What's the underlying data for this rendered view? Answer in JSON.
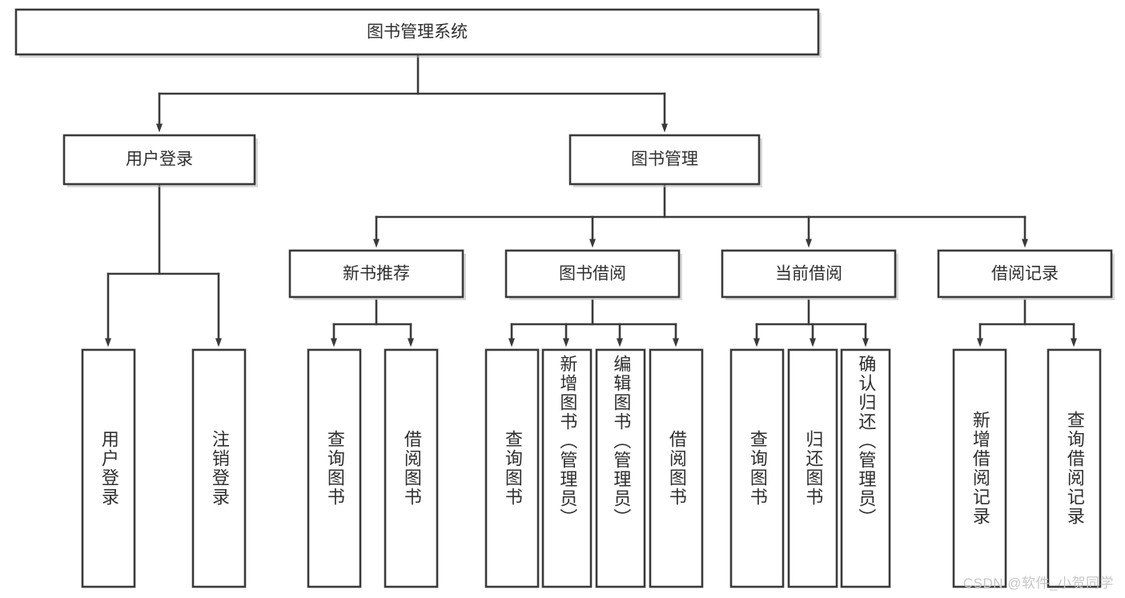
{
  "diagram": {
    "type": "hierarchy-tree",
    "title": "图书管理系统",
    "watermark": "CSDN @软件_小贺同学",
    "colors": {
      "box_stroke": "#3a3a3a",
      "box_fill": "#ffffff",
      "text": "#2f2f2f",
      "watermark": "#c6c6c6",
      "background": "#ffffff"
    },
    "root": {
      "label": "图书管理系统"
    },
    "level1": [
      {
        "label": "用户登录"
      },
      {
        "label": "图书管理"
      }
    ],
    "level2": [
      {
        "label": "新书推荐"
      },
      {
        "label": "图书借阅"
      },
      {
        "label": "当前借阅"
      },
      {
        "label": "借阅记录"
      }
    ],
    "leaves": {
      "user_login": [
        {
          "label": "用户登录"
        },
        {
          "label": "注销登录"
        }
      ],
      "new_book_recommend": [
        {
          "label": "查询图书"
        },
        {
          "label": "借阅图书"
        }
      ],
      "book_borrow": [
        {
          "label": "查询图书"
        },
        {
          "label": "新增图书（管理员）"
        },
        {
          "label": "编辑图书（管理员）"
        },
        {
          "label": "借阅图书"
        }
      ],
      "current_borrow": [
        {
          "label": "查询图书"
        },
        {
          "label": "归还图书"
        },
        {
          "label": "确认归还（管理员）"
        }
      ],
      "borrow_records": [
        {
          "label": "新增借阅记录"
        },
        {
          "label": "查询借阅记录"
        }
      ]
    }
  }
}
